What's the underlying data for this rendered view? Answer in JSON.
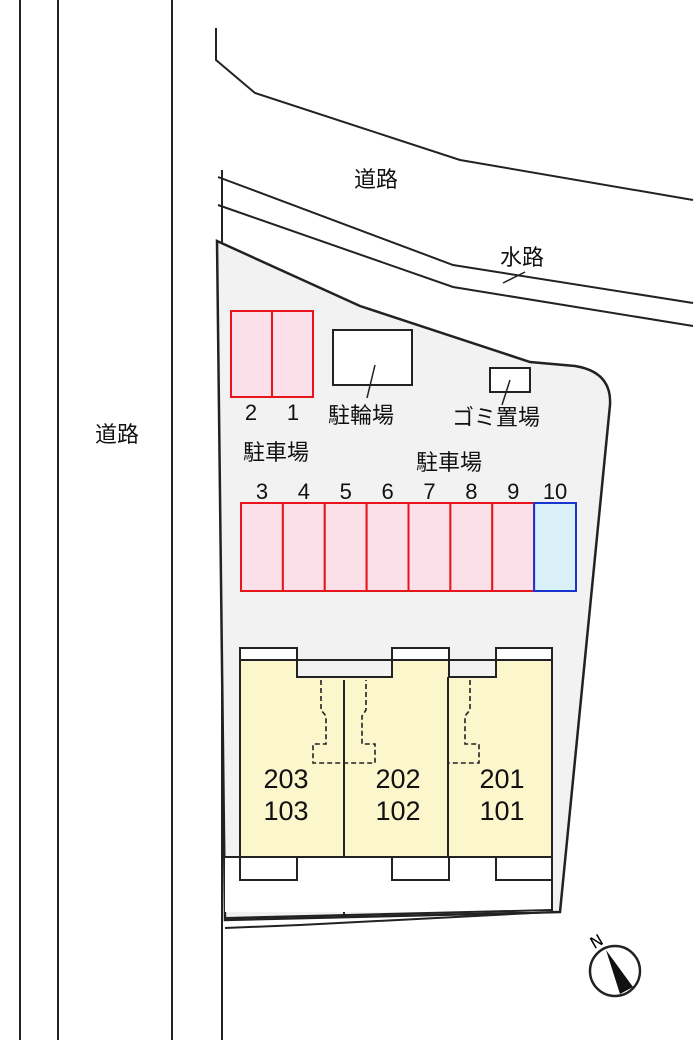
{
  "labels": {
    "road_top": "道路",
    "road_left": "道路",
    "waterway": "水路",
    "bicycle_parking": "駐輪場",
    "garbage": "ゴミ置場",
    "parking_left": "駐車場",
    "parking_right": "駐車場",
    "north": "N"
  },
  "parking_small": [
    "2",
    "1"
  ],
  "parking_row": [
    "3",
    "4",
    "5",
    "6",
    "7",
    "8",
    "9",
    "10"
  ],
  "units": [
    {
      "upper": "203",
      "lower": "103"
    },
    {
      "upper": "202",
      "lower": "102"
    },
    {
      "upper": "201",
      "lower": "101"
    }
  ],
  "colors": {
    "parking_fill": "#fbe0ea",
    "parking_stroke": "#e8141c",
    "highlight_fill": "#daf0f8",
    "highlight_stroke": "#1a34d0",
    "building_fill": "#fbf6cc",
    "lot_fill": "#f2f2f2"
  }
}
